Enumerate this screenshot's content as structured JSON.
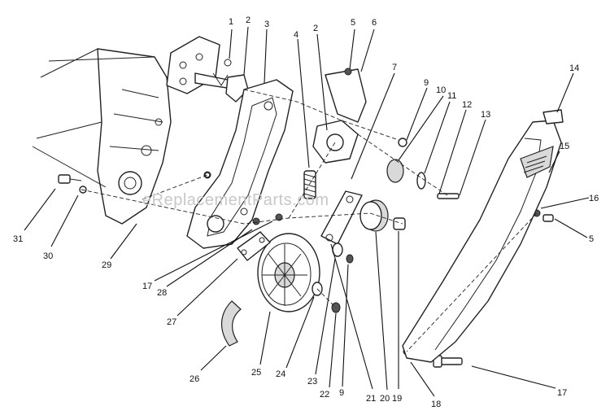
{
  "watermark": "eReplacementParts.com",
  "callouts": [
    "1",
    "2",
    "3",
    "4",
    "2",
    "5",
    "6",
    "7",
    "9",
    "10",
    "11",
    "12",
    "13",
    "14",
    "15",
    "16",
    "5",
    "31",
    "30",
    "29",
    "17",
    "28",
    "27",
    "26",
    "25",
    "24",
    "23",
    "22",
    "9",
    "21",
    "20",
    "19",
    "18",
    "17"
  ]
}
